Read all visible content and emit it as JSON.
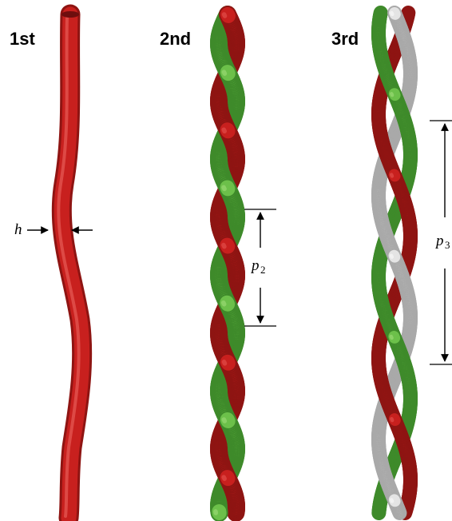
{
  "labels": {
    "first": "1st",
    "second": "2nd",
    "third": "3rd"
  },
  "dims": {
    "h": "h",
    "p2_sym": "p",
    "p2_sub": "2",
    "p3_sym": "p",
    "p3_sub": "3"
  },
  "colors": {
    "red": "#c8201e",
    "red_dark": "#8e1412",
    "red_light": "#e85a55",
    "green": "#6cc04a",
    "green_dark": "#3e8a2a",
    "green_light": "#a6e07e",
    "white": "#e4e4e4",
    "white_dark": "#a9a9a9",
    "white_light": "#ffffff"
  }
}
